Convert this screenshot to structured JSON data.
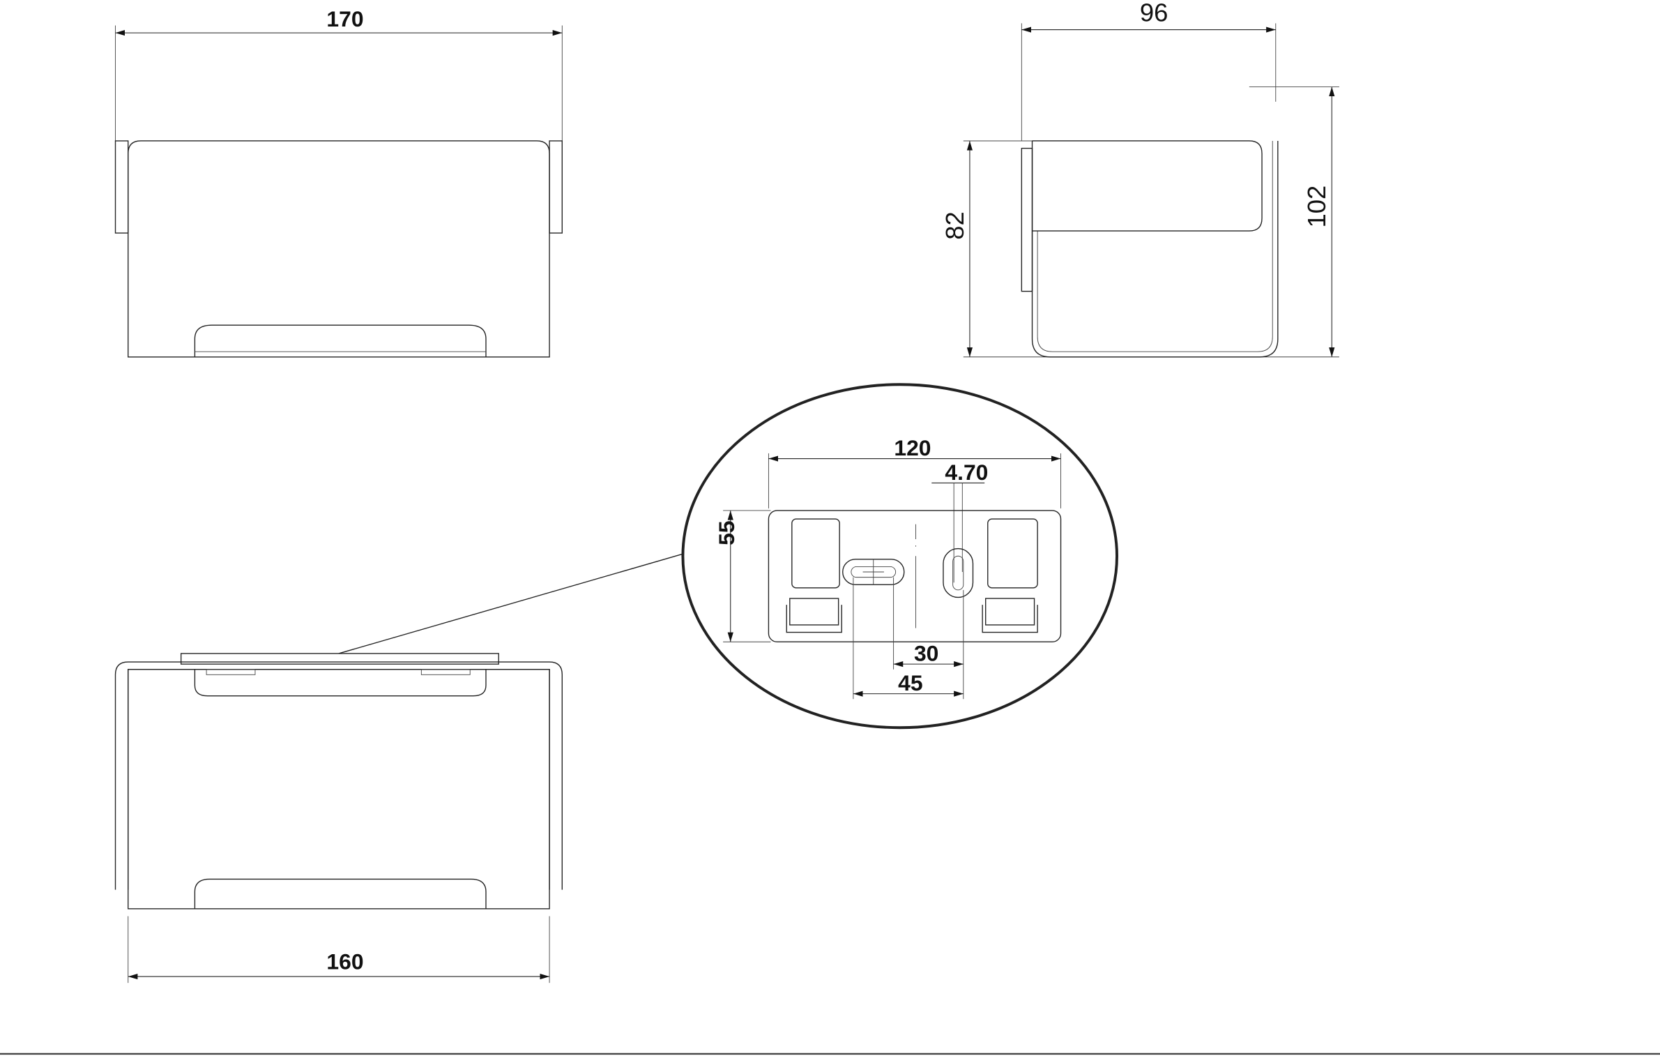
{
  "drawing": {
    "front_view": {
      "width_label": "170"
    },
    "side_view": {
      "depth_label": "96",
      "height_label": "102",
      "inner_height_label": "82"
    },
    "detail": {
      "plate_width_label": "120",
      "slot_width_label": "4.70",
      "plate_height_label": "55",
      "spacing_30_label": "30",
      "spacing_45_label": "45"
    },
    "bottom_view": {
      "width_label": "160"
    }
  }
}
